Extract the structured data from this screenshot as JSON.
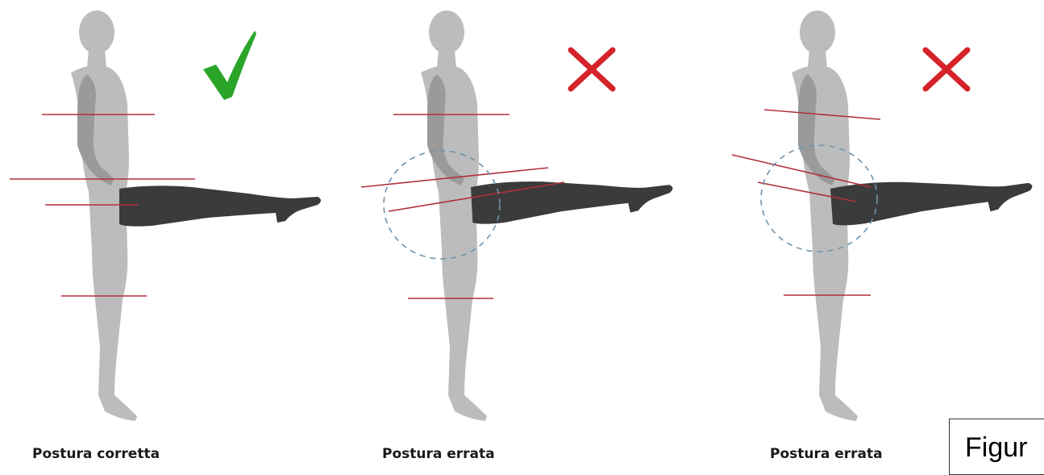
{
  "panels": [
    {
      "caption": "Postura corretta",
      "verdict": "correct",
      "mark_icon": "checkmark-icon"
    },
    {
      "caption": "Postura errata",
      "verdict": "wrong",
      "mark_icon": "cross-icon"
    },
    {
      "caption": "Postura errata",
      "verdict": "wrong",
      "mark_icon": "cross-icon"
    }
  ],
  "figure_label": "Figur",
  "colors": {
    "body": "#bcbcbc",
    "arm": "#9a9a9a",
    "leg": "#3b3b3b",
    "guide_line": "#b0303a",
    "dashed_circle": "#6f93ad",
    "check": "#2aa52a",
    "cross": "#d6232a"
  }
}
